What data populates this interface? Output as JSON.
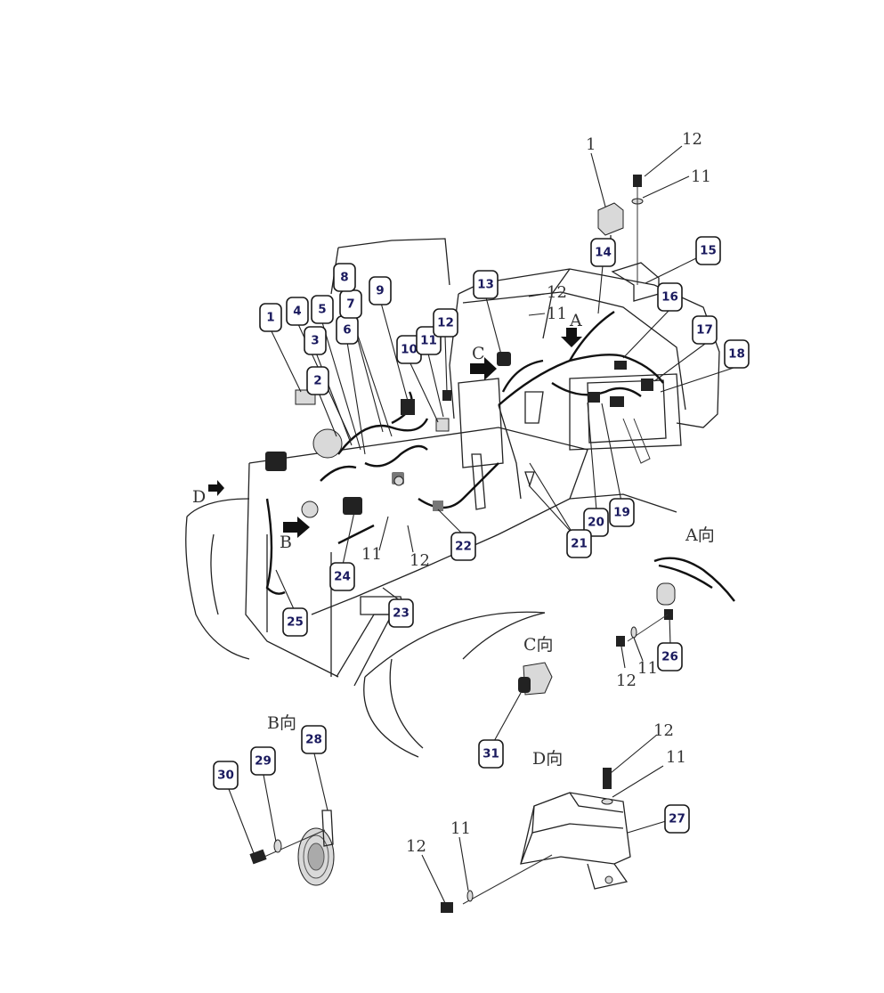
{
  "callouts": [
    {
      "id": "c1",
      "label": "1"
    },
    {
      "id": "c2",
      "label": "2"
    },
    {
      "id": "c3",
      "label": "3"
    },
    {
      "id": "c4",
      "label": "4"
    },
    {
      "id": "c5",
      "label": "5"
    },
    {
      "id": "c6",
      "label": "6"
    },
    {
      "id": "c7",
      "label": "7"
    },
    {
      "id": "c8",
      "label": "8"
    },
    {
      "id": "c9",
      "label": "9"
    },
    {
      "id": "c10",
      "label": "10"
    },
    {
      "id": "c11",
      "label": "11"
    },
    {
      "id": "c12",
      "label": "12"
    },
    {
      "id": "c13",
      "label": "13"
    },
    {
      "id": "c14",
      "label": "14"
    },
    {
      "id": "c15",
      "label": "15"
    },
    {
      "id": "c16",
      "label": "16"
    },
    {
      "id": "c17",
      "label": "17"
    },
    {
      "id": "c18",
      "label": "18"
    },
    {
      "id": "c19",
      "label": "19"
    },
    {
      "id": "c20",
      "label": "20"
    },
    {
      "id": "c21",
      "label": "21"
    },
    {
      "id": "c22",
      "label": "22"
    },
    {
      "id": "c23",
      "label": "23"
    },
    {
      "id": "c24",
      "label": "24"
    },
    {
      "id": "c25",
      "label": "25"
    },
    {
      "id": "c26",
      "label": "26"
    },
    {
      "id": "c27",
      "label": "27"
    },
    {
      "id": "c28",
      "label": "28"
    },
    {
      "id": "c29",
      "label": "29"
    },
    {
      "id": "c30",
      "label": "30"
    },
    {
      "id": "c31",
      "label": "31"
    }
  ],
  "plain_labels": {
    "p1": "1",
    "p12_top": "12",
    "p11_top": "11",
    "p12_mid": "12",
    "p11_mid": "11",
    "p11_low": "11",
    "p12_low": "12",
    "p12_a": "12",
    "p11_a": "11",
    "p12_d": "12",
    "p11_d": "11",
    "p12_bot": "12",
    "p11_bot": "11"
  },
  "view_labels": {
    "a_view": "A向",
    "b_view": "B向",
    "c_view": "C向",
    "d_view": "D向",
    "a_arrow": "A",
    "b_arrow": "B",
    "c_arrow": "C",
    "d_arrow": "D"
  }
}
